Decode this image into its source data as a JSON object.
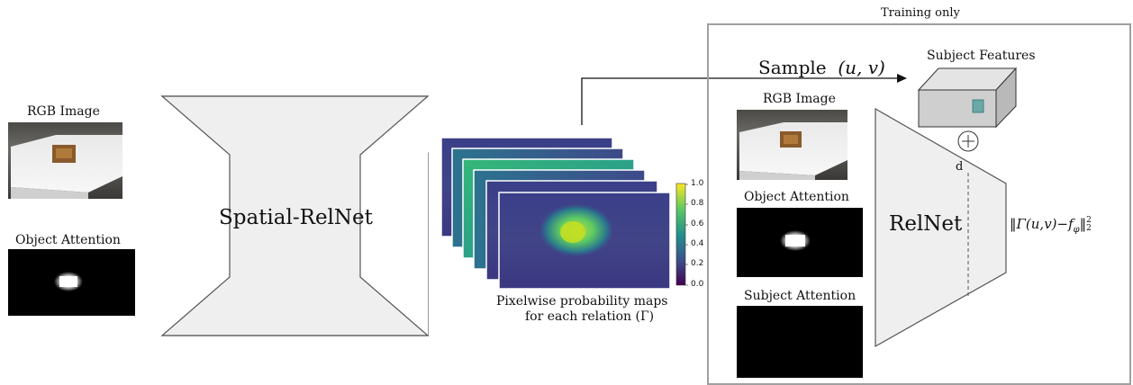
{
  "left": {
    "rgb_label": "RGB Image",
    "object_attention_label": "Object Attention"
  },
  "network": {
    "name": "Spatial-RelNet"
  },
  "maps": {
    "caption_line1": "Pixelwise probability maps",
    "caption_line2": "for each relation",
    "caption_symbol": "(Γ)"
  },
  "colorbar": {
    "ticks": [
      "1.0",
      "0.8",
      "0.6",
      "0.4",
      "0.2",
      "0.0"
    ]
  },
  "training": {
    "header": "Training only",
    "sample_text": "Sample",
    "sample_coords": "(u, v)",
    "subject_features_label": "Subject Features",
    "rgb_label": "RGB Image",
    "object_attention_label": "Object Attention",
    "subject_attention_label": "Subject Attention",
    "relnet_label": "RelNet",
    "d_label": "d",
    "loss": "‖Γ(u,v)−f",
    "loss_sub": "φ",
    "loss_end": "‖",
    "loss_sub2": "2",
    "loss_sup2": "2",
    "plus_symbol": "+"
  },
  "colors": {
    "box_border": "#a0a0a0",
    "net_fill": "#efefef",
    "cube_front": "#cfcfcf",
    "cube_top": "#e4e4e4",
    "cube_side": "#b9b9b9",
    "patch": "#6aa9a6"
  }
}
